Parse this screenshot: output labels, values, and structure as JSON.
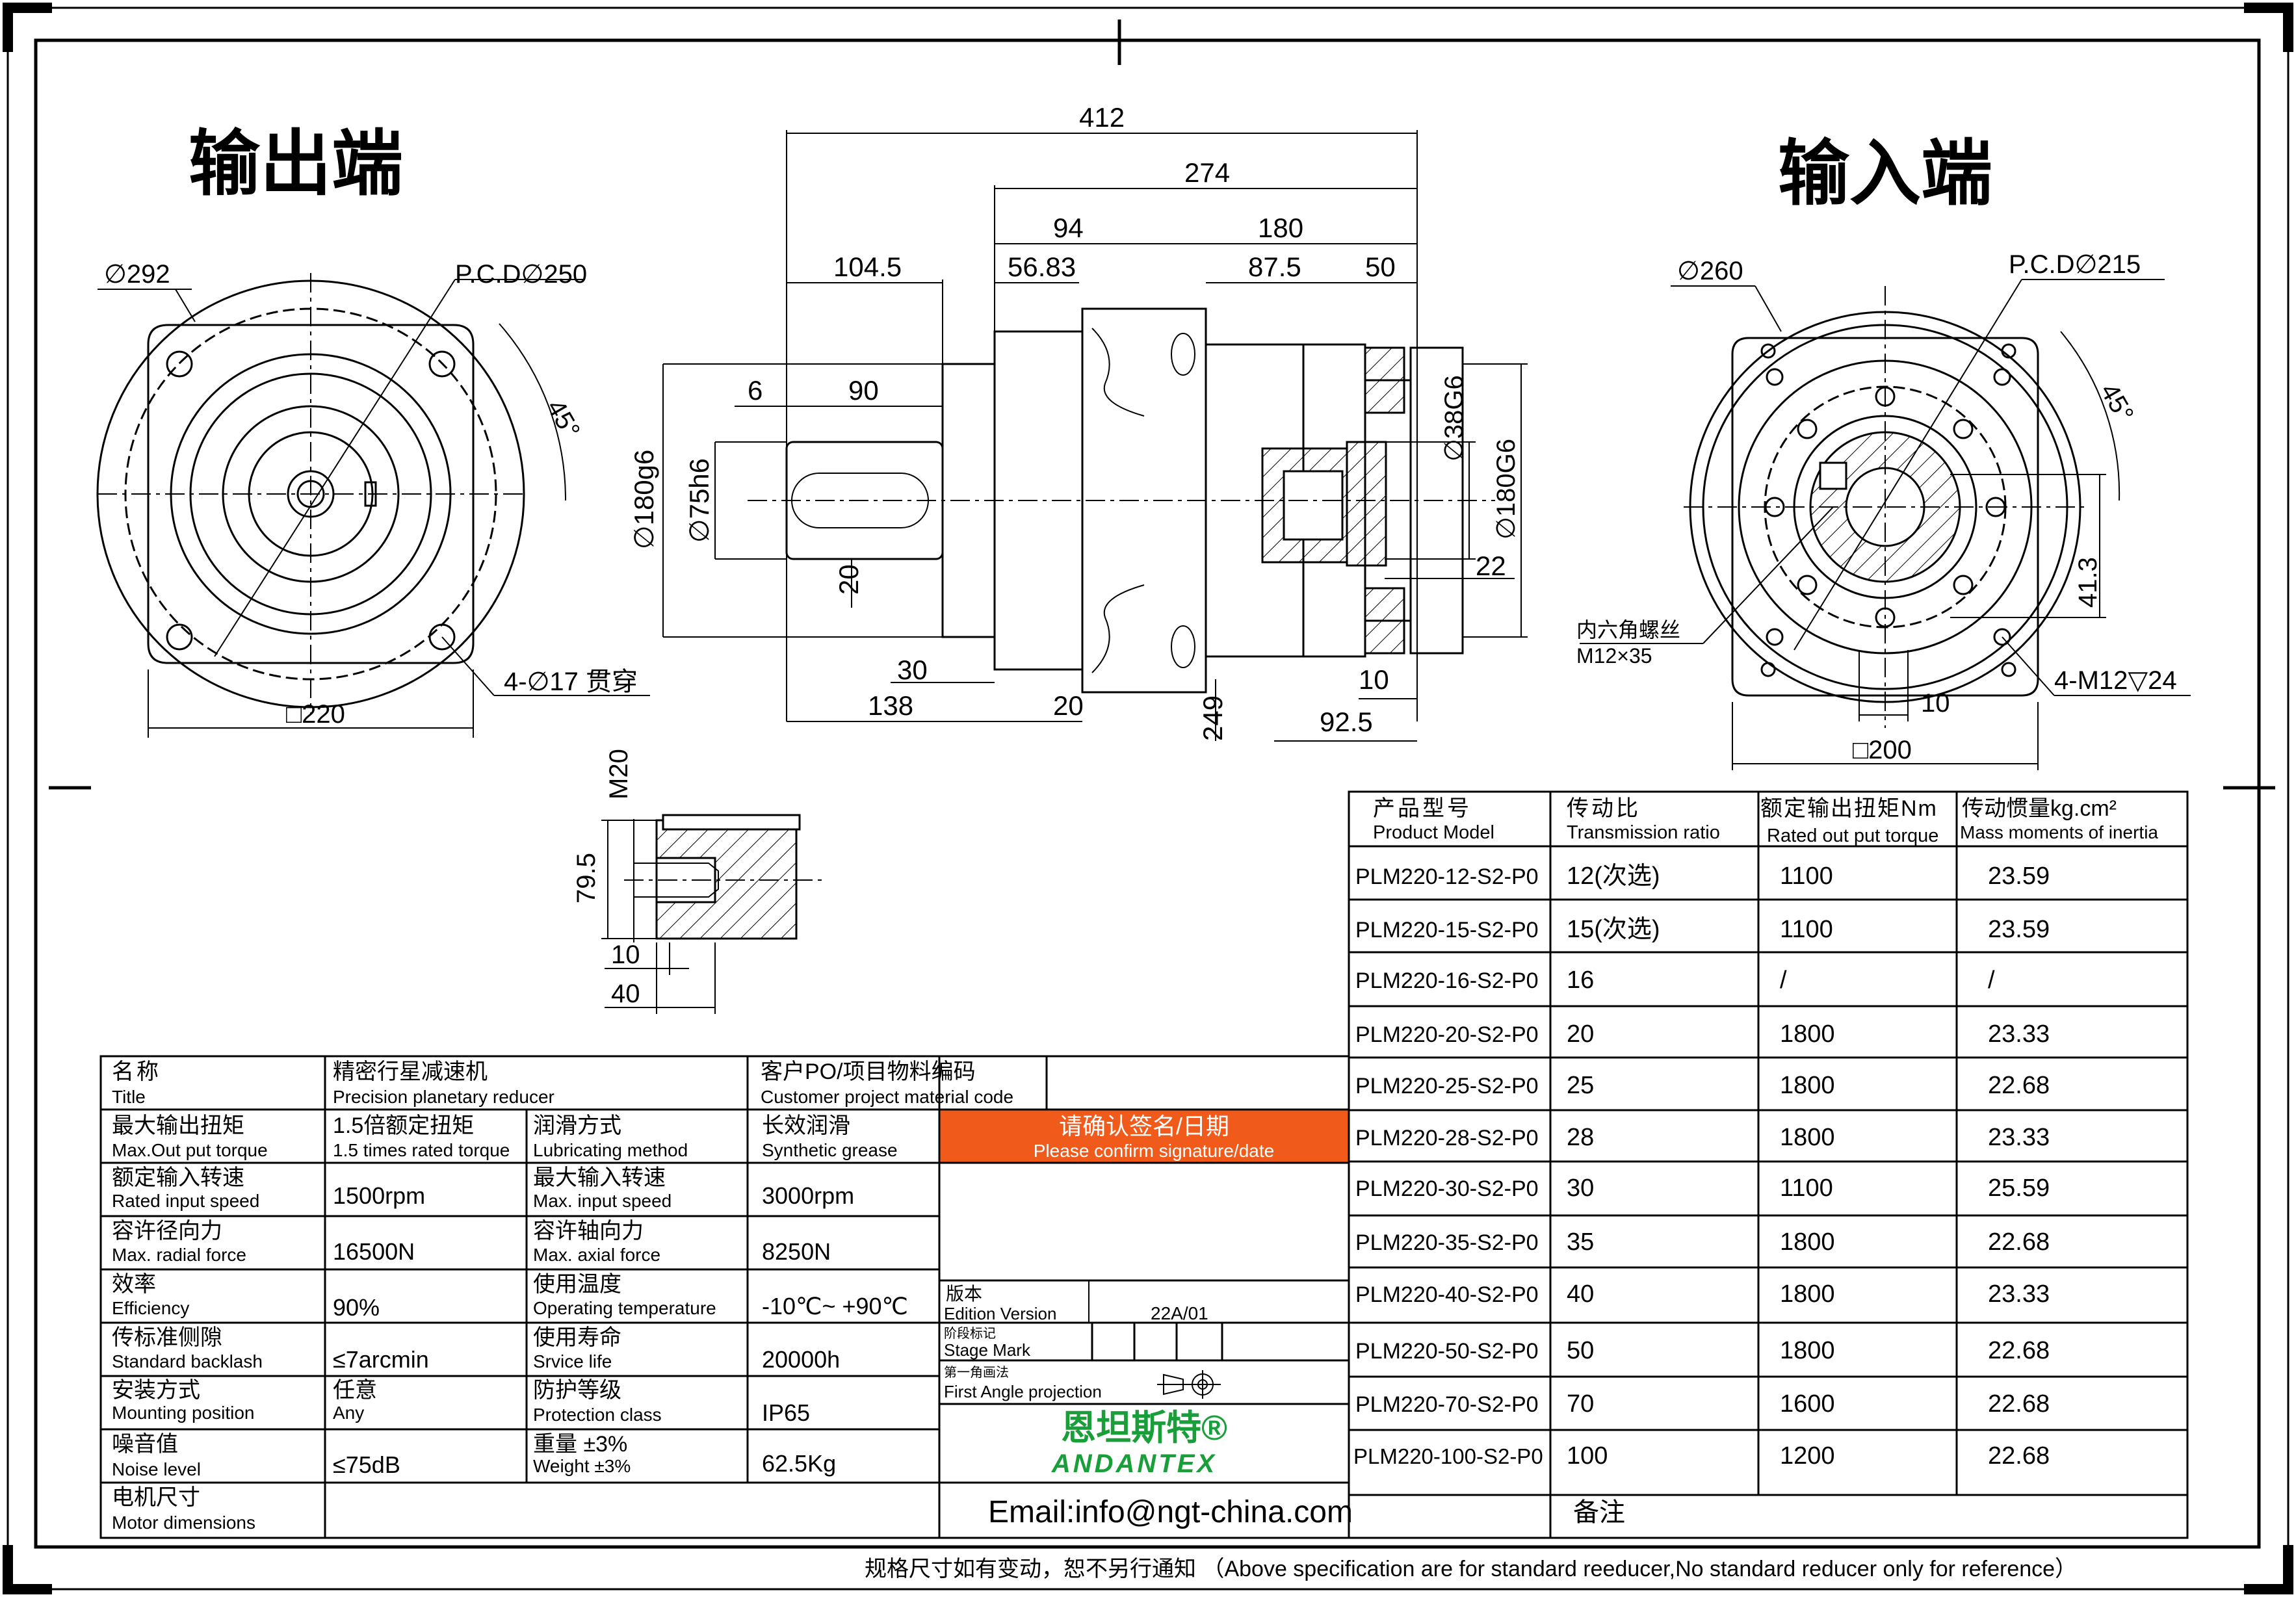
{
  "views": {
    "output_title": "输出端",
    "input_title": "输入端"
  },
  "front_view": {
    "dim_flange_dia": "∅292",
    "dim_pcd": "P.C.D∅250",
    "dim_angle": "45°",
    "dim_holes": "4-∅17 贯穿",
    "dim_square": "□220"
  },
  "side_view": {
    "dim_overall": "412",
    "dim_body": "274",
    "dim_94": "94",
    "dim_180": "180",
    "dim_104_5": "104.5",
    "dim_56_83": "56.83",
    "dim_87_5": "87.5",
    "dim_50": "50",
    "dim_6": "6",
    "dim_90": "90",
    "dim_pilot": "∅180g6",
    "dim_shaft": "∅75h6",
    "dim_key": "20",
    "dim_30": "30",
    "dim_138": "138",
    "dim_20b": "20",
    "dim_249": "249",
    "dim_10": "10",
    "dim_92_5": "92.5",
    "dim_bore": "∅38G6",
    "dim_input_pilot": "∅180G6",
    "dim_22": "22"
  },
  "rear_view": {
    "dim_flange_dia": "∅260",
    "dim_pcd": "P.C.D∅215",
    "dim_angle": "45°",
    "dim_41_3": "41.3",
    "dim_10": "10",
    "dim_square": "□200",
    "screw_label_cn": "内六角螺丝",
    "screw_label_spec": "M12×35",
    "thread_label": "4-M12▽24"
  },
  "shaft_detail": {
    "dim_m20": "M20",
    "dim_79_5": "79.5",
    "dim_10": "10",
    "dim_40": "40"
  },
  "model_table": {
    "headers": [
      {
        "cn": "产品型号",
        "en": "Product Model"
      },
      {
        "cn": "传动比",
        "en": "Transmission ratio"
      },
      {
        "cn": "额定输出扭矩Nm",
        "en": "Rated out put torque"
      },
      {
        "cn": "传动惯量kg.cm²",
        "en": "Mass moments of inertia"
      }
    ],
    "rows": [
      {
        "model": "PLM220-12-S2-P0",
        "ratio": "12(次选)",
        "torque": "1100",
        "inertia": "23.59"
      },
      {
        "model": "PLM220-15-S2-P0",
        "ratio": "15(次选)",
        "torque": "1100",
        "inertia": "23.59"
      },
      {
        "model": "PLM220-16-S2-P0",
        "ratio": "16",
        "torque": "/",
        "inertia": "/"
      },
      {
        "model": "PLM220-20-S2-P0",
        "ratio": "20",
        "torque": "1800",
        "inertia": "23.33"
      },
      {
        "model": "PLM220-25-S2-P0",
        "ratio": "25",
        "torque": "1800",
        "inertia": "22.68"
      },
      {
        "model": "PLM220-28-S2-P0",
        "ratio": "28",
        "torque": "1800",
        "inertia": "23.33"
      },
      {
        "model": "PLM220-30-S2-P0",
        "ratio": "30",
        "torque": "1100",
        "inertia": "25.59"
      },
      {
        "model": "PLM220-35-S2-P0",
        "ratio": "35",
        "torque": "1800",
        "inertia": "22.68"
      },
      {
        "model": "PLM220-40-S2-P0",
        "ratio": "40",
        "torque": "1800",
        "inertia": "23.33"
      },
      {
        "model": "PLM220-50-S2-P0",
        "ratio": "50",
        "torque": "1800",
        "inertia": "22.68"
      },
      {
        "model": "PLM220-70-S2-P0",
        "ratio": "70",
        "torque": "1600",
        "inertia": "22.68"
      },
      {
        "model": "PLM220-100-S2-P0",
        "ratio": "100",
        "torque": "1200",
        "inertia": "22.68"
      }
    ]
  },
  "spec_table": {
    "title_cn": "名称",
    "title_en": "Title",
    "name_cn": "精密行星减速机",
    "name_en": "Precision planetary reducer",
    "customer_cn": "客户PO/项目物料编码",
    "customer_en": "Customer project material code",
    "confirm_cn": "请确认签名/日期",
    "confirm_en": "Please confirm signature/date",
    "rows": [
      {
        "l1_cn": "最大输出扭矩",
        "l1_en": "Max.Out put torque",
        "v1": "",
        "v1_cn": "1.5倍额定扭矩",
        "v1_en": "1.5 times rated torque",
        "l2_cn": "润滑方式",
        "l2_en": "Lubricating method",
        "v2_cn": "长效润滑",
        "v2_en": "Synthetic grease"
      },
      {
        "l1_cn": "额定输入转速",
        "l1_en": "Rated input speed",
        "v1": "1500rpm",
        "l2_cn": "最大输入转速",
        "l2_en": "Max. input speed",
        "v2": "3000rpm"
      },
      {
        "l1_cn": "容许径向力",
        "l1_en": "Max. radial force",
        "v1": "16500N",
        "l2_cn": "容许轴向力",
        "l2_en": "Max. axial force",
        "v2": "8250N"
      },
      {
        "l1_cn": "效率",
        "l1_en": "Efficiency",
        "v1": "90%",
        "l2_cn": "使用温度",
        "l2_en": "Operating temperature",
        "v2": "-10℃~ +90℃"
      },
      {
        "l1_cn": "传标准侧隙",
        "l1_en": "Standard backlash",
        "v1": "≤7arcmin",
        "l2_cn": "使用寿命",
        "l2_en": "Srvice life",
        "v2": "20000h"
      },
      {
        "l1_cn": "安装方式",
        "l1_en": "Mounting position",
        "v1_cn": "任意",
        "v1_en": "Any",
        "l2_cn": "防护等级",
        "l2_en": "Protection class",
        "v2": "IP65"
      },
      {
        "l1_cn": "噪音值",
        "l1_en": "Noise level",
        "v1": "≤75dB",
        "l2_cn": "重量 ±3%",
        "l2_en": "Weight ±3%",
        "v2": "62.5Kg"
      }
    ],
    "motor_cn": "电机尺寸",
    "motor_en": "Motor dimensions",
    "edition_cn": "版本",
    "edition_en": "Edition Version",
    "edition_value": "22A/01",
    "stage_cn": "阶段标记",
    "stage_en": "Stage Mark",
    "projection_cn": "第一角画法",
    "projection_en": "First Angle projection",
    "brand_cn": "恩坦斯特®",
    "brand_en": "ANDANTEX",
    "email": "Email:info@ngt-china.com",
    "remark": "备注"
  },
  "footer_note": "规格尺寸如有变动，恕不另行通知 （Above specification are for standard reeducer,No standard reducer only for reference）",
  "colors": {
    "confirm_bg": "#f05a1a",
    "brand_green": "#1a9e3a"
  }
}
